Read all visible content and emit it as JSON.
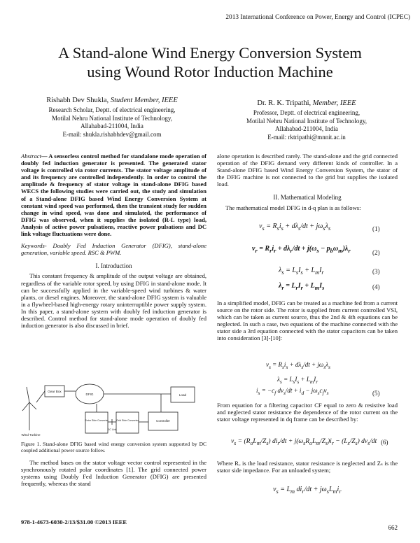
{
  "header": {
    "conference": "2013 International Conference on Power, Energy and Control (ICPEC)"
  },
  "title": {
    "line1": "A Stand-alone Wind Energy Conversion System",
    "line2": "using Wound Rotor Induction Machine"
  },
  "authors": [
    {
      "name": "Rishabh Dev Shukla, ",
      "role": "Student Member, IEEE",
      "lines": [
        "Research Scholar, Deptt. of electrical engineering,",
        "Motilal Nehru National Institute of Technology,",
        "Allahabad-211004, India",
        "E-mail: shukla.rishabhdev@gmail.com"
      ]
    },
    {
      "name": "Dr. R. K. Tripathi, ",
      "role": "Member, IEEE",
      "lines": [
        "Professor, Deptt. of electrical engineering,",
        "Motilal Nehru National Institute of Technology,",
        "Allahabad-211004, India",
        "E-mail: rktripathi@mnnit.ac.in"
      ]
    }
  ],
  "abstract": {
    "label": "Abstract",
    "text": "— A sensorless control method for standalone mode operation of doubly fed induction generator is presented. The generated stator voltage is controlled via rotor currents. The stator voltage amplitude of and its frequency are controlled independently. In order to control the amplitude & frequency of stator voltage in stand-alone DFIG based WECS the following studies were carried out, the study and simulation of a Stand-alone DFIG based Wind Energy Conversion System at constant wind speed was performed, then the transient study for sudden change in wind speed, was done and simulated, the performance of DFIG was observed, when it supplies the isolated (R-L type) load, Analysis of active power pulsations, reactive power pulsations and DC link voltage fluctuations were done."
  },
  "keywords": {
    "label": "Keywords-",
    "text": " Doubly Fed Induction Generator (DFIG), stand-alone generation, variable speed. RSC & PWM."
  },
  "sections": {
    "intro_heading": "I.    Introduction",
    "intro_p1": "This constant frequency & amplitude of the output voltage are obtained, regardless of the variable rotor speed, by using DFIG in stand-alone mode. It can be successfully applied in the variable-speed wind turbines & water plants, or diesel engines. Moreover, the stand-alone DFIG system is valuable in a flywheel-based high-energy rotary uninterruptible power supply system. In this paper, a stand-alone system with doubly fed induction generator is described. Control method for stand-alone mode operation of doubly fed induction generator is also discussed in brief.",
    "figure_caption": "Figure 1.   Stand-alone DFIG based wind energy conversion system supported by DC coupled additional power source follow.",
    "intro_p2": "The method bases on the stator voltage vector control represented in the synchronously rotated polar coordinates [1]. The grid connected power systems using Doubly Fed Induction Generator (DFIG) are presented frequently, whereas the stand",
    "right_p1": "alone operation is described rarely. The stand-alone and the grid connected operation of the DFIG demand very different kinds of controller. In a Stand-alone DFIG based Wind Energy Conversion System, the stator of the DFIG machine is not connected to the grid but supplies the isolated load.",
    "math_heading": "II.    Mathematical Modeling",
    "math_intro": "The mathematical model DFIG in d-q plan is as follows:",
    "math_p2": "In a simplified model, DFIG can be treated as a machine fed from a current source on the rotor side. The rotor is supplied from current controlled VSI, which can be taken as current source, thus the 2nd & 4th equations can be neglected. In such a case, two equations of the machine connected with the stator side a 3rd equation connected with the stator capacitors can be taken into consideration [3]-[10]:",
    "math_p3": "From equation for a filtering capacitor CF equal to zero & resistive load and neglected stator resistance the dependence of the rotor current on the stator voltage represented in dq frame can be described by:",
    "math_p4": "Where Rₒ is the load resistance, stator resistance is neglected and Zₛ is the stator side impedance. For an unloaded system;"
  },
  "figure": {
    "blocks": [
      "Wind Turbine",
      "Gear Box",
      "DFIG",
      "Load",
      "Rotor Side Converter",
      "Grid Side Converter",
      "DC Link",
      "Controller"
    ]
  },
  "equation_numbers": [
    "(1)",
    "(2)",
    "(3)",
    "(4)",
    "(5)",
    "(6)"
  ],
  "footer": {
    "isbn": "978-1-4673-6030-2/13/$31.00 ©2013 IEEE",
    "page": "662"
  }
}
